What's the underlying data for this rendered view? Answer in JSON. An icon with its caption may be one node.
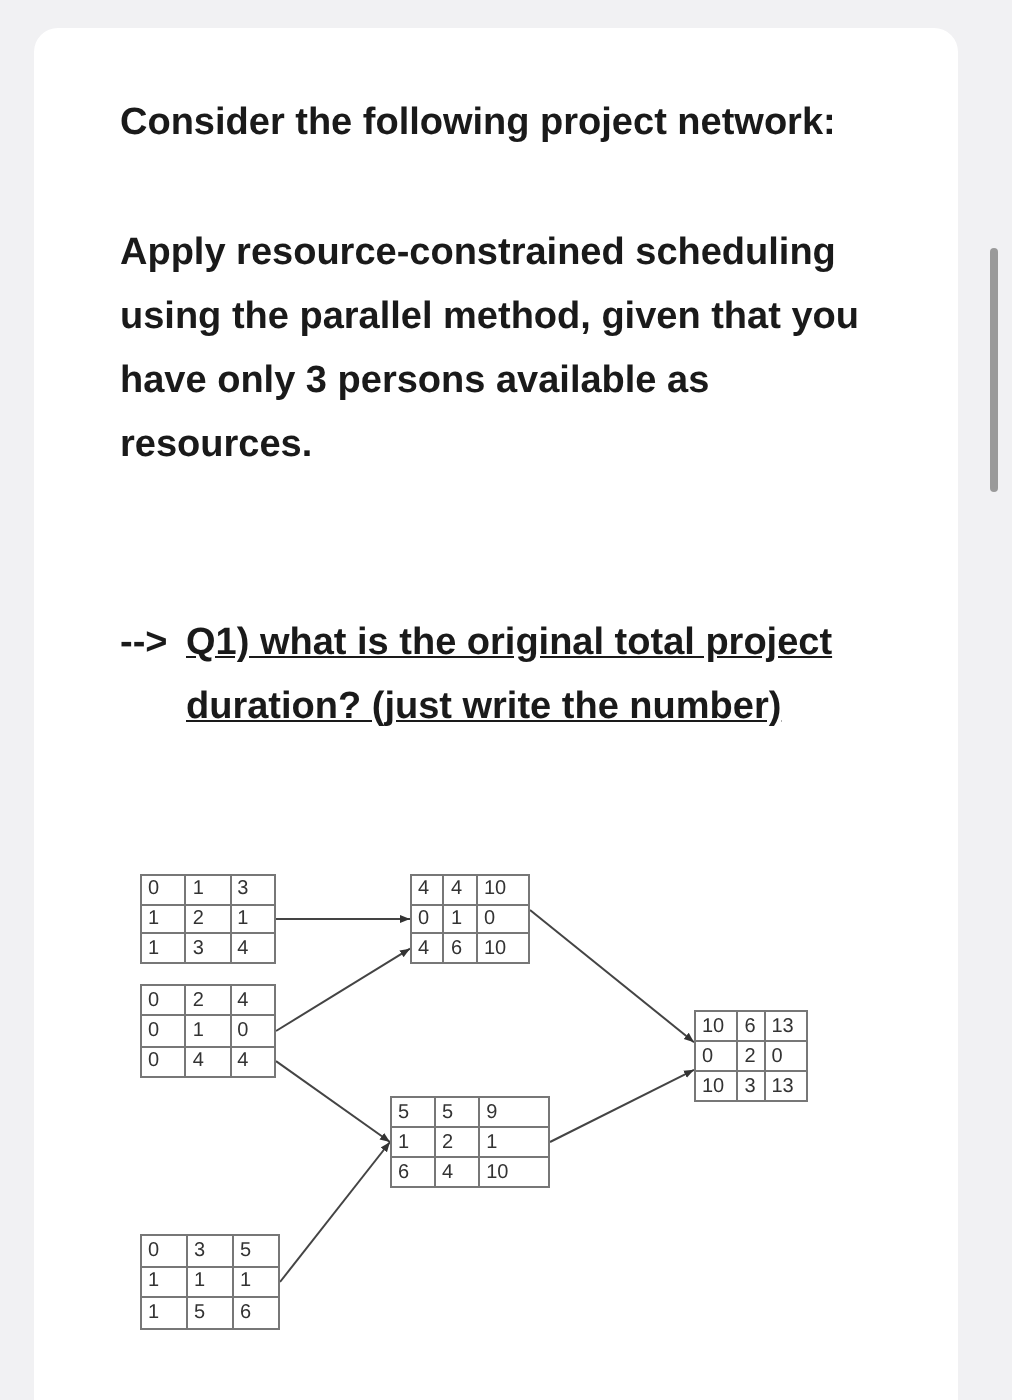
{
  "diagram": {
    "title": "Consider the following project network:",
    "nodes": [
      {
        "text": [
          "0",
          "1",
          "3",
          "1",
          "2",
          "1",
          "1",
          "3",
          "4"
        ]
      },
      {
        "text": [
          "4",
          "4",
          "10",
          "0",
          "1",
          "0",
          "4",
          "6",
          "10"
        ]
      },
      {
        "text": [
          "0",
          "2",
          "4",
          "0",
          "1",
          "0",
          "0",
          "4",
          "4"
        ]
      },
      {
        "text": [
          "10",
          "6",
          "13",
          "0",
          "2",
          "0",
          "10",
          "3",
          "13"
        ]
      },
      {
        "text": [
          "5",
          "5",
          "9",
          "1",
          "2",
          "1",
          "6",
          "4",
          "10"
        ]
      },
      {
        "text": [
          "0",
          "3",
          "5",
          "1",
          "1",
          "1",
          "1",
          "5",
          "6"
        ]
      }
    ],
    "edges": [
      {
        "from": 0,
        "to": 1,
        "arrow": "to"
      },
      {
        "from": 2,
        "to": 1,
        "arrow": "to"
      },
      {
        "from": 2,
        "to": 4,
        "arrow": "to"
      },
      {
        "from": 5,
        "to": 4,
        "arrow": "to"
      },
      {
        "from": 1,
        "to": 3,
        "arrow": "to"
      },
      {
        "from": 4,
        "to": 3,
        "arrow": "to"
      }
    ],
    "labels": [
      "Apply resource-constrained scheduling using the parallel method, given that you have only 3 persons available as resources.",
      "-->",
      "Q1) what is the original total project duration? (just write the number)"
    ]
  }
}
